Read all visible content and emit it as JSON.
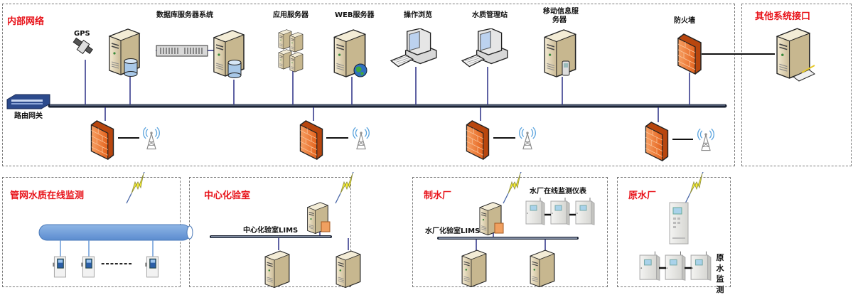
{
  "zones": {
    "internal": {
      "title": "内部网络"
    },
    "external": {
      "title": "其他系统接口"
    },
    "pipe": {
      "title": "管网水质在线监测"
    },
    "lab": {
      "title": "中心化验室",
      "bus_label": "中心化验室LIMS"
    },
    "plant": {
      "title": "制水厂",
      "bus_label": "水厂化验室LIMS",
      "instruments_label": "水厂在线监测仪表"
    },
    "raw": {
      "title": "原水厂",
      "monitor_label": [
        "原",
        "水",
        "监",
        "测"
      ]
    }
  },
  "nodes": {
    "gps": "GPS",
    "db_system": "数据库服务器系统",
    "app_server": "应用服务器",
    "web_server": "WEB服务器",
    "operation": "操作浏览",
    "wq_station": "水质管理站",
    "mobile_server_line1": "移动信息服",
    "mobile_server_line2": "务器",
    "firewall": "防火墙",
    "router": "路由网关"
  },
  "pipe_dots": "-------",
  "colors": {
    "title_red": "#e8141b",
    "bus_dark": "#1a2233",
    "link_blue": "#2b2f85",
    "firewall_orange": "#f07a2a",
    "server_beige": "#e8dcc0",
    "pipe_blue": "#6a9bd8",
    "border_gray": "#7a7a7a"
  }
}
